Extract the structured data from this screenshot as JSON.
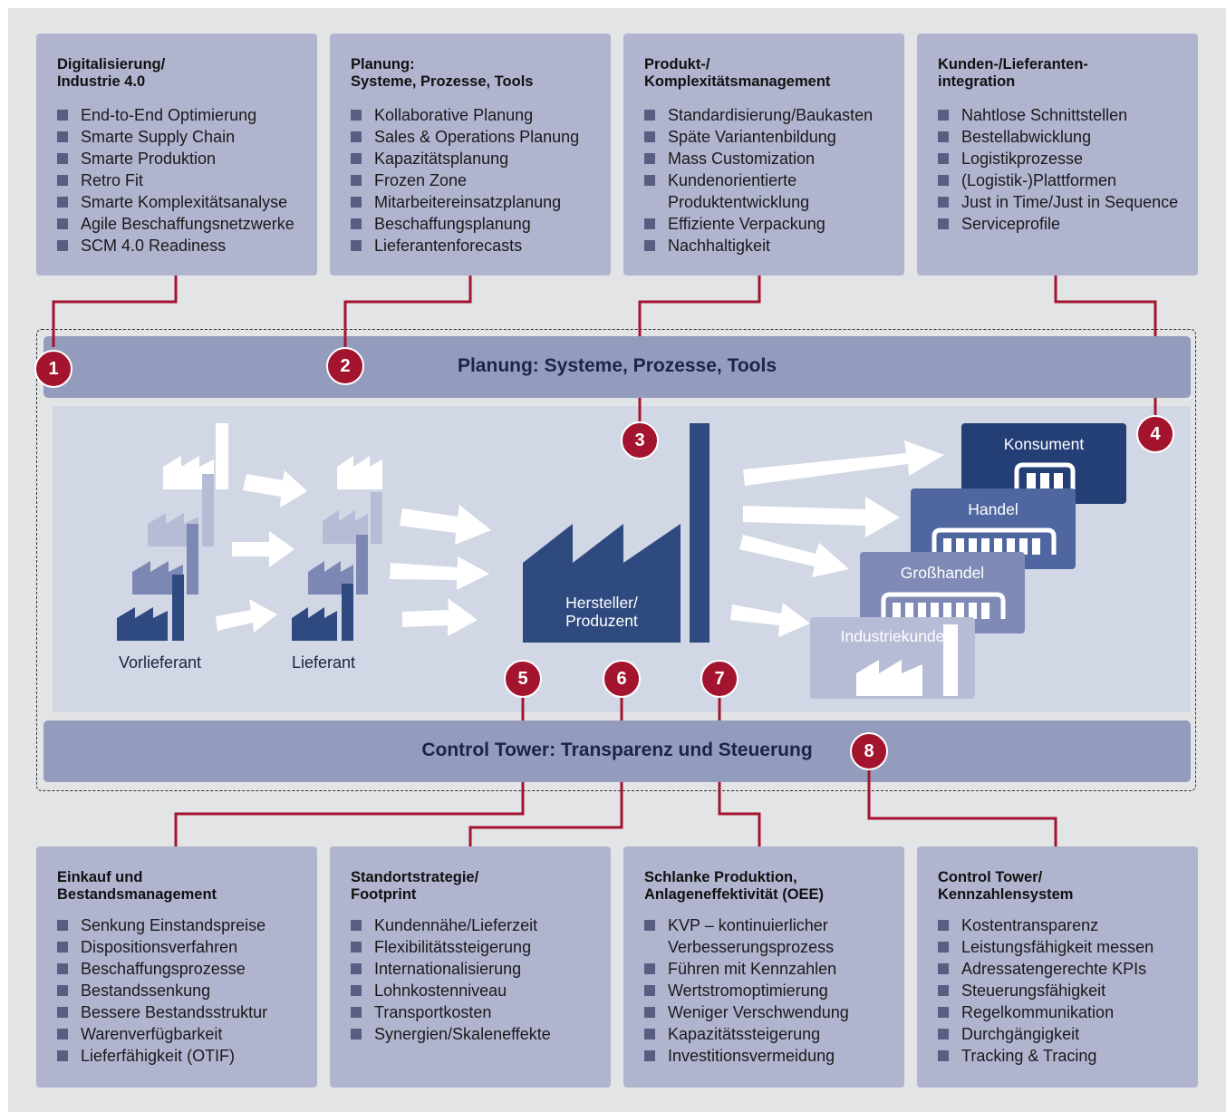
{
  "colors": {
    "accent_red": "#a3142e",
    "navy": "#243f75",
    "card_bg": "#b1b4cf",
    "band_bg": "#939cbd"
  },
  "top_cards": [
    {
      "title": "Digitalisierung/\nIndustrie 4.0",
      "items": [
        "End-to-End Optimierung",
        "Smarte Supply Chain",
        "Smarte Produktion",
        "Retro Fit",
        "Smarte Komplexitätsanalyse",
        "Agile Beschaffungsnetzwerke",
        "SCM 4.0 Readiness"
      ]
    },
    {
      "title": "Planung:\nSysteme, Prozesse, Tools",
      "items": [
        "Kollaborative Planung",
        "Sales & Operations Planung",
        "Kapazitätsplanung",
        "Frozen Zone",
        "Mitarbeitereinsatzplanung",
        "Beschaffungsplanung",
        "Lieferantenforecasts"
      ]
    },
    {
      "title": "Produkt-/\nKomplexitätsmanagement",
      "items": [
        "Standardisierung/Baukasten",
        "Späte Variantenbildung",
        "Mass Customization",
        "Kundenorientierte\nProduktentwicklung",
        "Effiziente Verpackung",
        "Nachhaltigkeit"
      ]
    },
    {
      "title": "Kunden-/Lieferanten-\nintegration",
      "items": [
        "Nahtlose Schnittstellen",
        "Bestellabwicklung",
        "Logistikprozesse",
        "(Logistik-)Plattformen",
        "Just in Time/Just in Sequence",
        "Serviceprofile"
      ]
    }
  ],
  "bottom_cards": [
    {
      "title": "Einkauf und\nBestandsmanagement",
      "items": [
        "Senkung Einstandspreise",
        "Dispositionsverfahren",
        "Beschaffungsprozesse",
        "Bestandssenkung",
        "Bessere Bestandsstruktur",
        "Warenverfügbarkeit",
        "Lieferfähigkeit (OTIF)"
      ]
    },
    {
      "title": "Standortstrategie/\nFootprint",
      "items": [
        "Kundennähe/Lieferzeit",
        "Flexibilitätssteigerung",
        "Internationalisierung",
        "Lohnkostenniveau",
        "Transportkosten",
        "Synergien/Skaleneffekte"
      ]
    },
    {
      "title": "Schlanke Produktion,\nAnlageneffektivität (OEE)",
      "items": [
        "KVP – kontinuierlicher\nVerbesserungsprozess",
        "Führen mit Kennzahlen",
        "Wertstromoptimierung",
        "Weniger Verschwendung",
        "Kapazitätssteigerung",
        "Investitionsvermeidung"
      ]
    },
    {
      "title": "Control Tower/\nKennzahlensystem",
      "items": [
        "Kostentransparenz",
        "Leistungsfähigkeit messen",
        "Adressatengerechte KPIs",
        "Steuerungsfähigkeit",
        "Regelkommunikation",
        "Durchgängigkeit",
        "Tracking & Tracing"
      ]
    }
  ],
  "bands": {
    "planning": "Planung: Systeme, Prozesse, Tools",
    "control_tower": "Control Tower: Transparenz und Steuerung"
  },
  "badges": [
    "1",
    "2",
    "3",
    "4",
    "5",
    "6",
    "7",
    "8"
  ],
  "flow": {
    "vorlieferant": "Vorlieferant",
    "lieferant": "Lieferant",
    "hersteller": "Hersteller/\nProduzent",
    "konsument": "Konsument",
    "handel": "Handel",
    "grosshandel": "Großhandel",
    "industriekunde": "Industriekunde"
  }
}
